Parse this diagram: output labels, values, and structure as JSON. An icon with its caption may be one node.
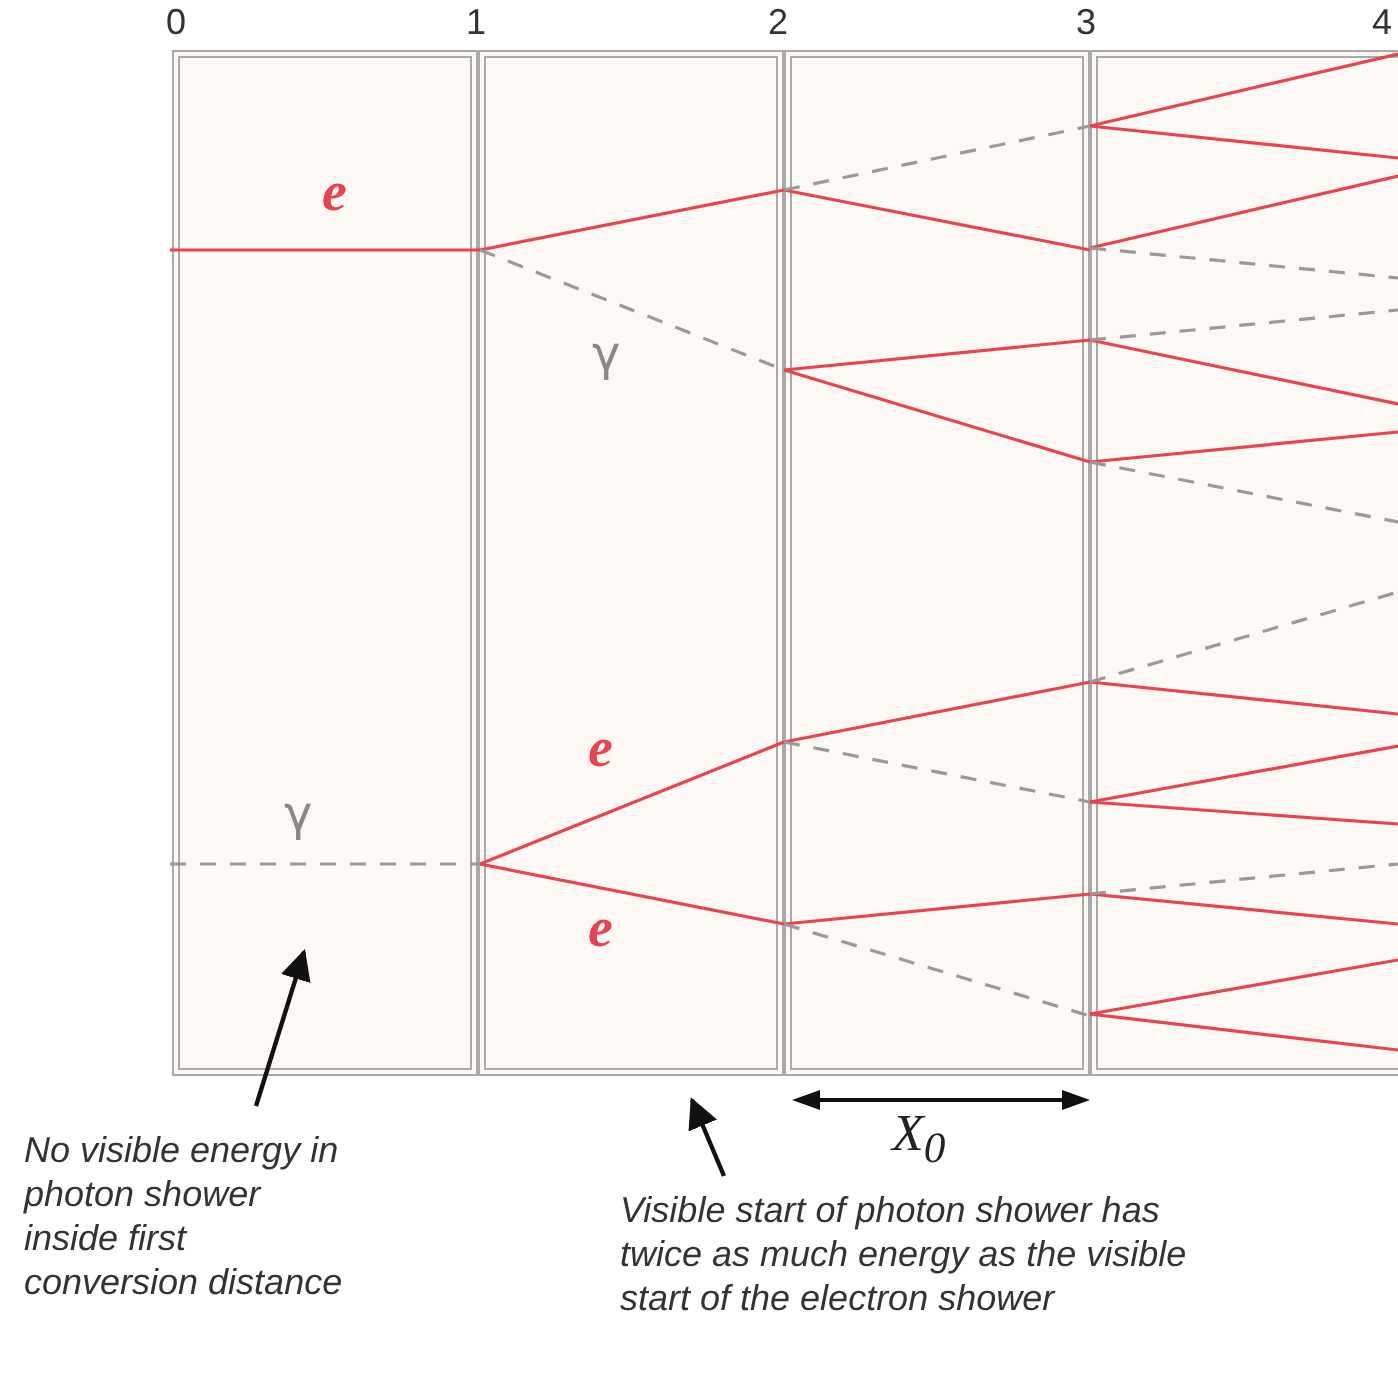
{
  "diagram": {
    "nodes": [
      {
        "text": [],
        "shape": "box"
      },
      {
        "text": [],
        "shape": "box"
      },
      {
        "text": [],
        "shape": "box"
      },
      {
        "text": [],
        "shape": "box"
      },
      {
        "text": [
          "No visible energy in photon shower inside first conversion distance"
        ]
      },
      {
        "text": [
          "Visible start of photon shower has twice as much energy as the visible start of the electron shower"
        ]
      }
    ],
    "edges": [
      {
        "from": 4,
        "to": 0,
        "arrow": "to"
      },
      {
        "from": 5,
        "to": 1,
        "arrow": "to"
      }
    ],
    "labels": [
      "0",
      "1",
      "2",
      "3",
      "4",
      "e",
      "γ",
      "e",
      "γ",
      "e",
      "X$_{0}$"
    ]
  }
}
